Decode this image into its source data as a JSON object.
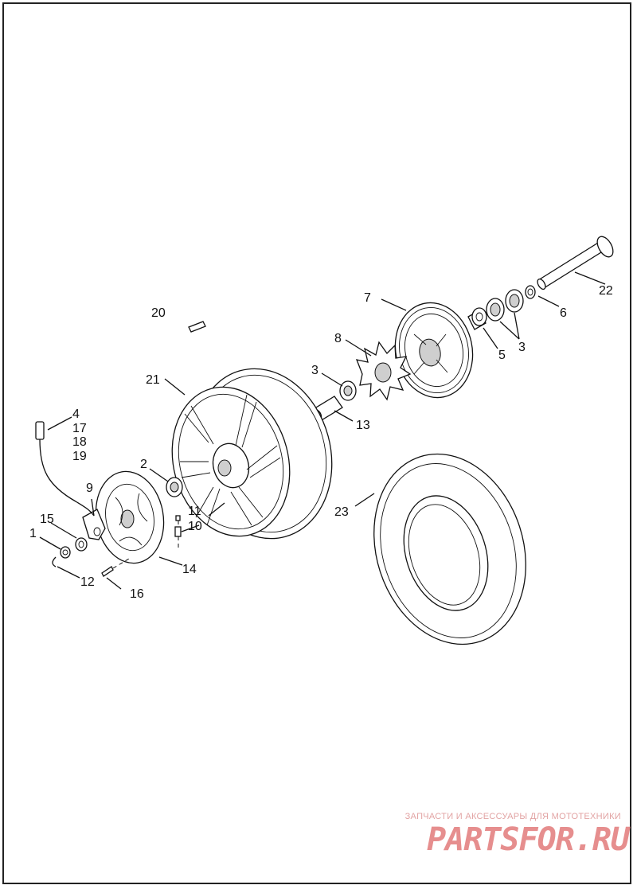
{
  "callouts": {
    "c1": "1",
    "c2": "2",
    "c3a": "3",
    "c3b": "3",
    "c4": "4",
    "c5": "5",
    "c6": "6",
    "c7": "7",
    "c8": "8",
    "c9": "9",
    "c10": "10",
    "c11": "11",
    "c12": "12",
    "c13": "13",
    "c14": "14",
    "c15": "15",
    "c16": "16",
    "c17": "17",
    "c18": "18",
    "c19": "19",
    "c20": "20",
    "c21": "21",
    "c22": "22",
    "c23": "23"
  },
  "watermark": {
    "tagline": "ЗАПЧАСТИ И АКСЕССУАРЫ ДЛЯ МОТОТЕХНИКИ",
    "logo": "PARTSFOR.RU"
  },
  "colors": {
    "line": "#111111",
    "watermark": "#e27b7b",
    "background": "#ffffff"
  }
}
